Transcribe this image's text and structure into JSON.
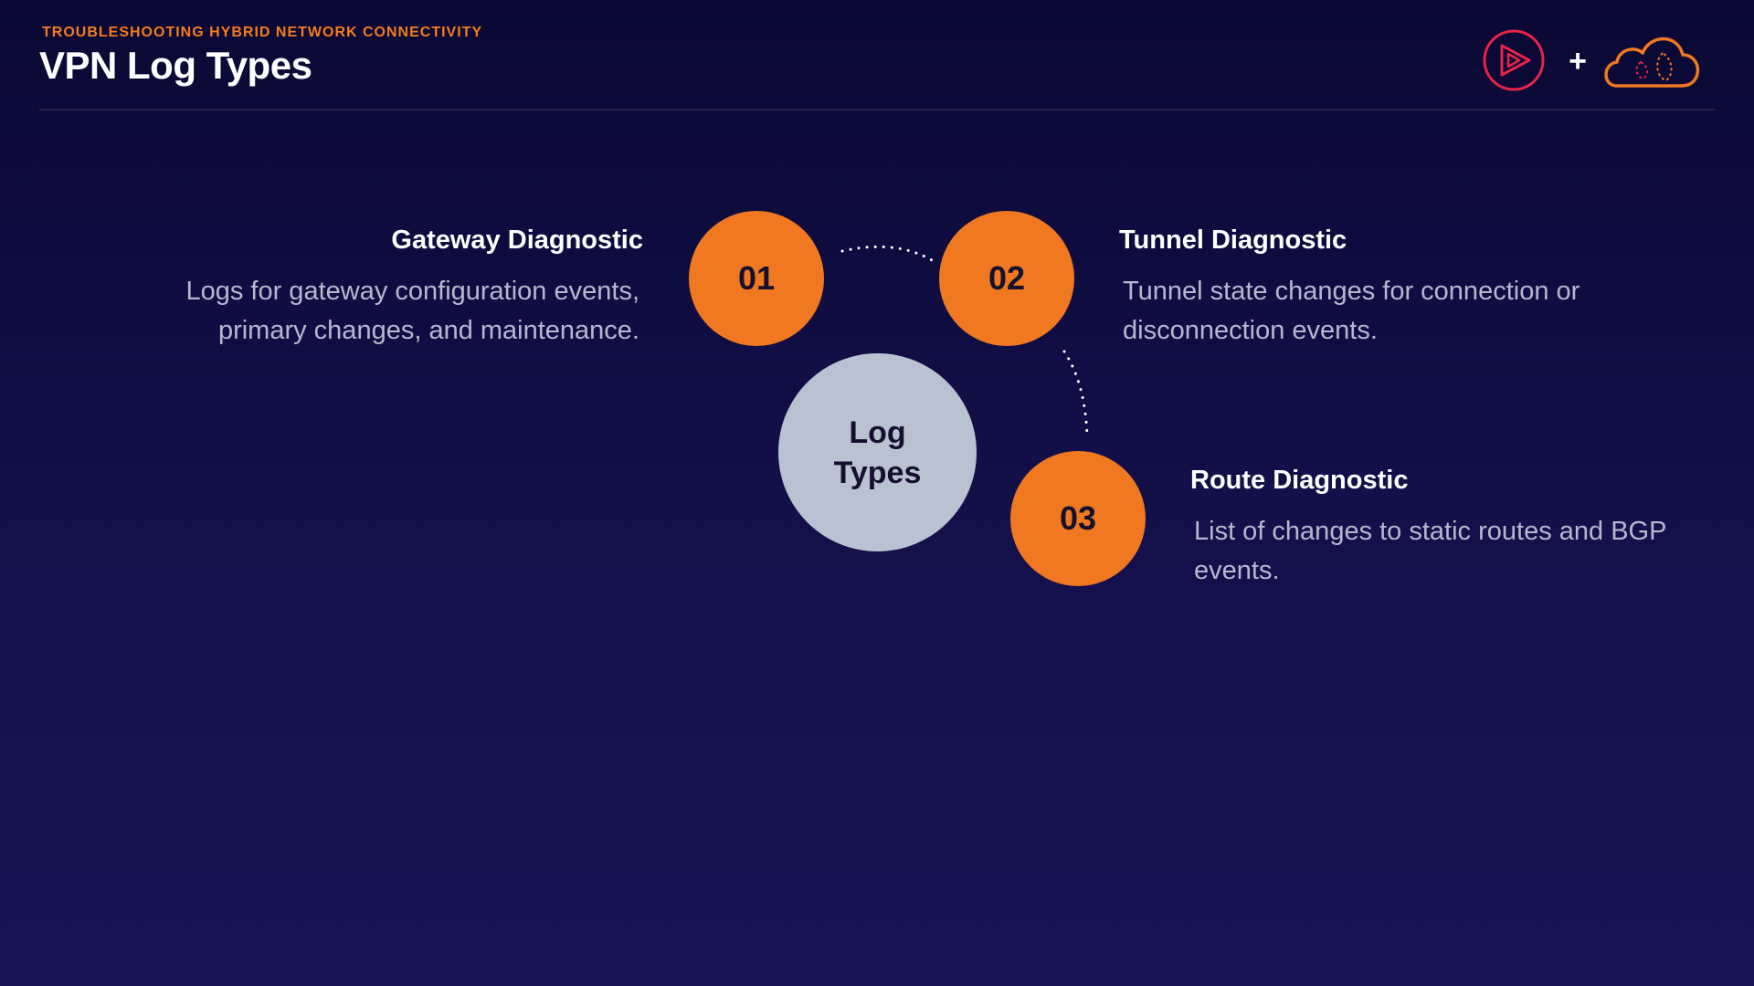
{
  "header": {
    "eyebrow": "TROUBLESHOOTING HYBRID NETWORK CONNECTIVITY",
    "title": "VPN Log Types",
    "logo_plus": "+"
  },
  "diagram": {
    "center_line1": "Log",
    "center_line2": "Types",
    "items": [
      {
        "number": "01",
        "title": "Gateway Diagnostic",
        "desc_line1": "Logs for gateway configuration events,",
        "desc_line2": "primary changes, and maintenance."
      },
      {
        "number": "02",
        "title": "Tunnel Diagnostic",
        "desc_line1": "Tunnel state changes for connection or",
        "desc_line2": "disconnection events."
      },
      {
        "number": "03",
        "title": "Route Diagnostic",
        "desc_line1": "List of changes to static routes and BGP",
        "desc_line2": "events."
      }
    ]
  },
  "colors": {
    "accent_orange": "#f07820",
    "center_gray": "#b8c2d1",
    "background": "#120f48",
    "logo_red": "#e8234a"
  },
  "icons": [
    "play-logo-icon",
    "cloud-logo-icon",
    "plus-icon"
  ]
}
